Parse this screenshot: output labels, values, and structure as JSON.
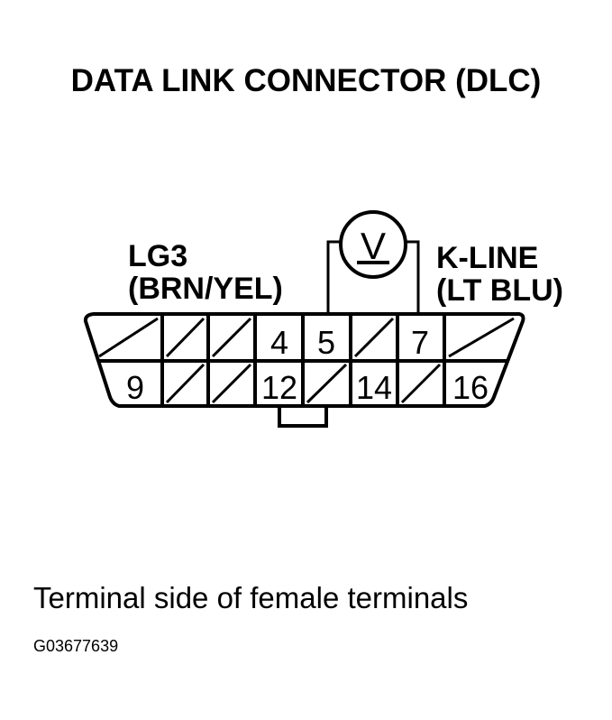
{
  "title": "DATA LINK CONNECTOR (DLC)",
  "left_wire": {
    "line1": "LG3",
    "line2": "(BRN/YEL)"
  },
  "right_wire": {
    "line1": "K-LINE",
    "line2": "(LT BLU)"
  },
  "meter_symbol": "V",
  "pins": {
    "p4": "4",
    "p5": "5",
    "p7": "7",
    "p9": "9",
    "p12": "12",
    "p14": "14",
    "p16": "16"
  },
  "caption": "Terminal side of female terminals",
  "figure_id": "G03677639"
}
